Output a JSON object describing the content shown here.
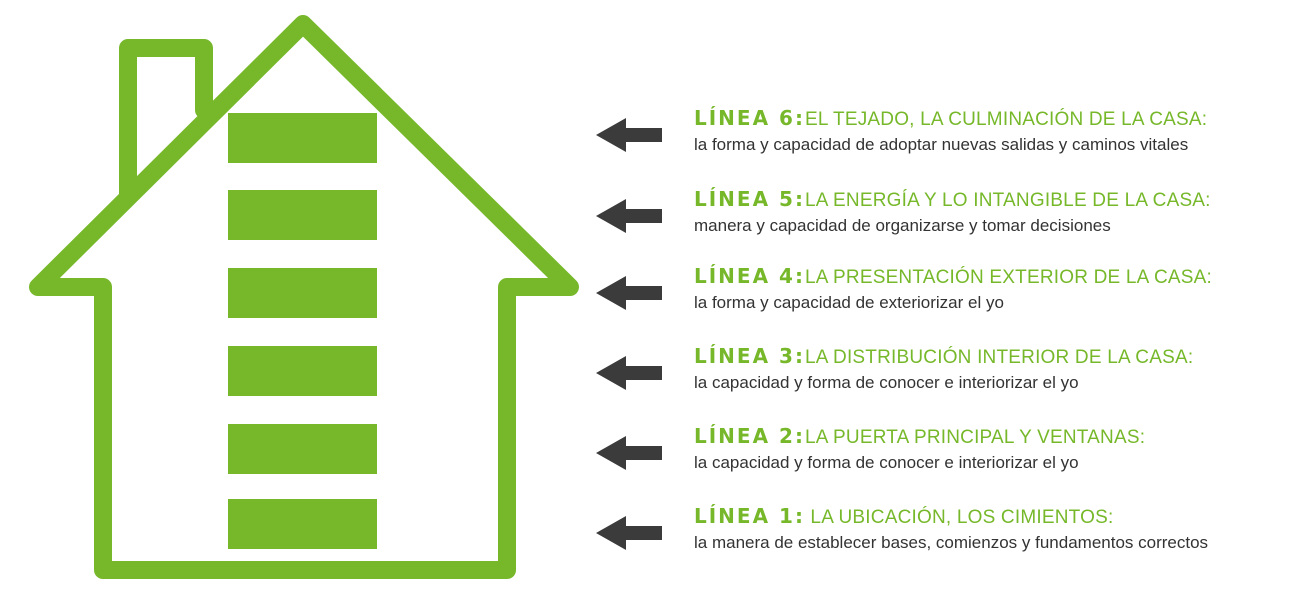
{
  "colors": {
    "accent": "#76b82a",
    "arrow": "#3b3b3b",
    "text": "#333333"
  },
  "lines": [
    {
      "label": "LÍNEA 6:",
      "title": "EL TEJADO, LA CULMINACIÓN DE LA CASA:",
      "description": "la forma y capacidad de adoptar nuevas salidas y caminos vitales"
    },
    {
      "label": "LÍNEA 5:",
      "title": "LA ENERGÍA Y LO INTANGIBLE DE LA CASA:",
      "description": "manera y capacidad de organizarse y tomar decisiones"
    },
    {
      "label": "LÍNEA 4:",
      "title": "LA PRESENTACIÓN EXTERIOR DE LA CASA:",
      "description": "la forma y capacidad de exteriorizar el yo"
    },
    {
      "label": "LÍNEA 3:",
      "title": "LA DISTRIBUCIÓN INTERIOR DE LA CASA:",
      "description": "la capacidad y forma de conocer e interiorizar el yo"
    },
    {
      "label": "LÍNEA 2:",
      "title": "LA PUERTA PRINCIPAL Y VENTANAS:",
      "description": "la capacidad y forma de conocer e interiorizar el yo"
    },
    {
      "label": "LÍNEA 1:",
      "title": " LA UBICACIÓN, LOS CIMIENTOS:",
      "description": "la manera de establecer bases, comienzos y fundamentos correctos"
    }
  ]
}
